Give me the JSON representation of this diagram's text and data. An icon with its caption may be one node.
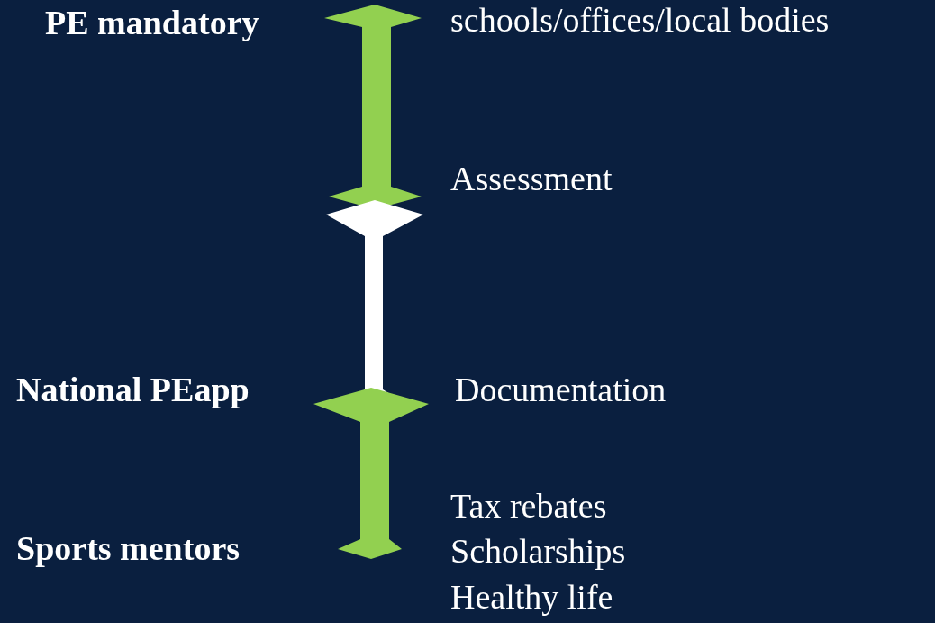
{
  "diagram": {
    "labels": [
      "PE mandatory",
      "schools/offices/local bodies",
      "Assessment",
      "National PEapp",
      "Documentation",
      "Tax rebates",
      "Sports mentors",
      "Scholarships",
      "Healthy life"
    ]
  }
}
